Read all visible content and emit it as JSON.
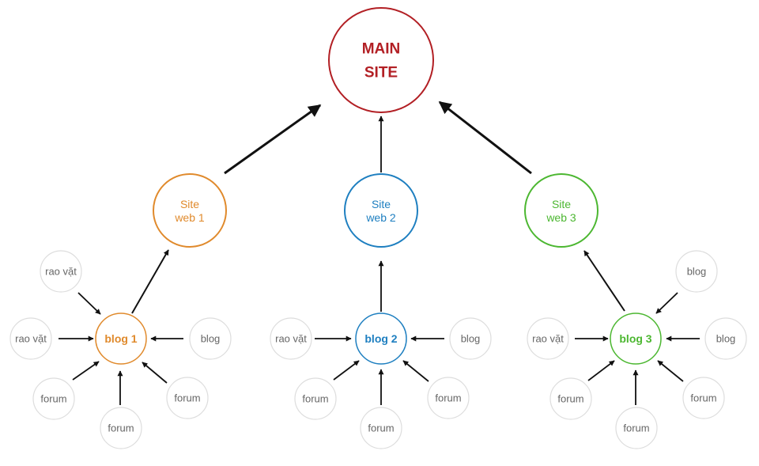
{
  "colors": {
    "main": "#b21f24",
    "site1": "#e08a2c",
    "site2": "#1e7fc0",
    "site3": "#4cb731",
    "leaf_stroke": "#dddddd",
    "leaf_text": "#666666",
    "arrow": "#111111"
  },
  "main": {
    "line1": "MAIN",
    "line2": "SITE"
  },
  "groups": [
    {
      "site": {
        "line1": "Site",
        "line2": "web 1"
      },
      "blog": "blog 1",
      "leaves": [
        "rao vặt",
        "rao vặt",
        "forum",
        "forum",
        "forum",
        "blog"
      ]
    },
    {
      "site": {
        "line1": "Site",
        "line2": "web 2"
      },
      "blog": "blog 2",
      "leaves": [
        "rao vặt",
        "forum",
        "forum",
        "forum",
        "blog"
      ]
    },
    {
      "site": {
        "line1": "Site",
        "line2": "web 3"
      },
      "blog": "blog 3",
      "leaves": [
        "rao vặt",
        "forum",
        "forum",
        "forum",
        "blog",
        "blog"
      ]
    }
  ]
}
